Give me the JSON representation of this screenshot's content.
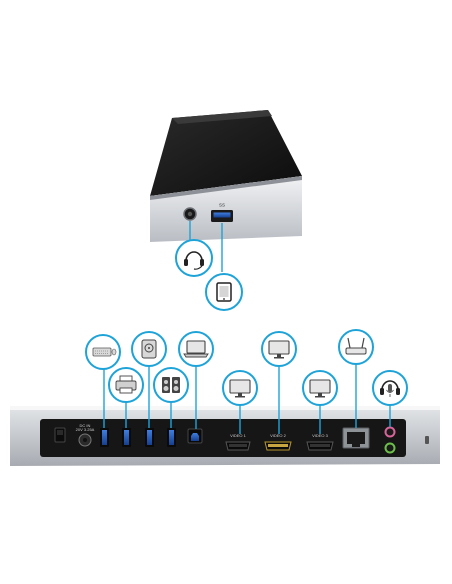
{
  "front_dock": {
    "usb_port_label": "SS"
  },
  "rear_panel": {
    "dc_label_top": "DC IN",
    "dc_label_bottom": "20V 3.25A",
    "video_labels": [
      "VIDEO 1",
      "VIDEO 2",
      "VIDEO 3"
    ]
  },
  "icons": {
    "front": [
      "headset-icon",
      "tablet-icon"
    ],
    "rear": [
      "keyboard-icon",
      "printer-icon",
      "hard-drive-icon",
      "speakers-icon",
      "laptop-icon",
      "monitor-icon",
      "monitor-icon",
      "monitor-icon",
      "router-icon",
      "headset-mic-icon"
    ]
  },
  "colors": {
    "icon_ring": "#1ea3d8",
    "dock_silver": "#c9ccd1",
    "dock_black": "#141414"
  }
}
